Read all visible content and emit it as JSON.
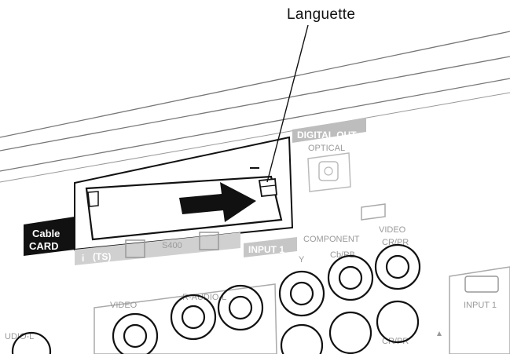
{
  "callout": {
    "label": "Languette"
  },
  "panel": {
    "cable_line1": "Cable",
    "cable_line2": "CARD",
    "digital_out": "DIGITAL  OUT",
    "optical": "OPTICAL",
    "ilink_i": "i",
    "ilink_ts": "(TS)",
    "s400": "S400",
    "input1": "INPUT 1",
    "component": "COMPONENT",
    "video_right": "VIDEO",
    "cb_pb": "Cb/PB",
    "cr_pr": "CR/PR",
    "y": "Y",
    "video_left": "VIDEO",
    "r_audio_l": "R-AUDIO-L",
    "audio_l": "UDIO-L",
    "input1_right": "INPUT 1"
  }
}
